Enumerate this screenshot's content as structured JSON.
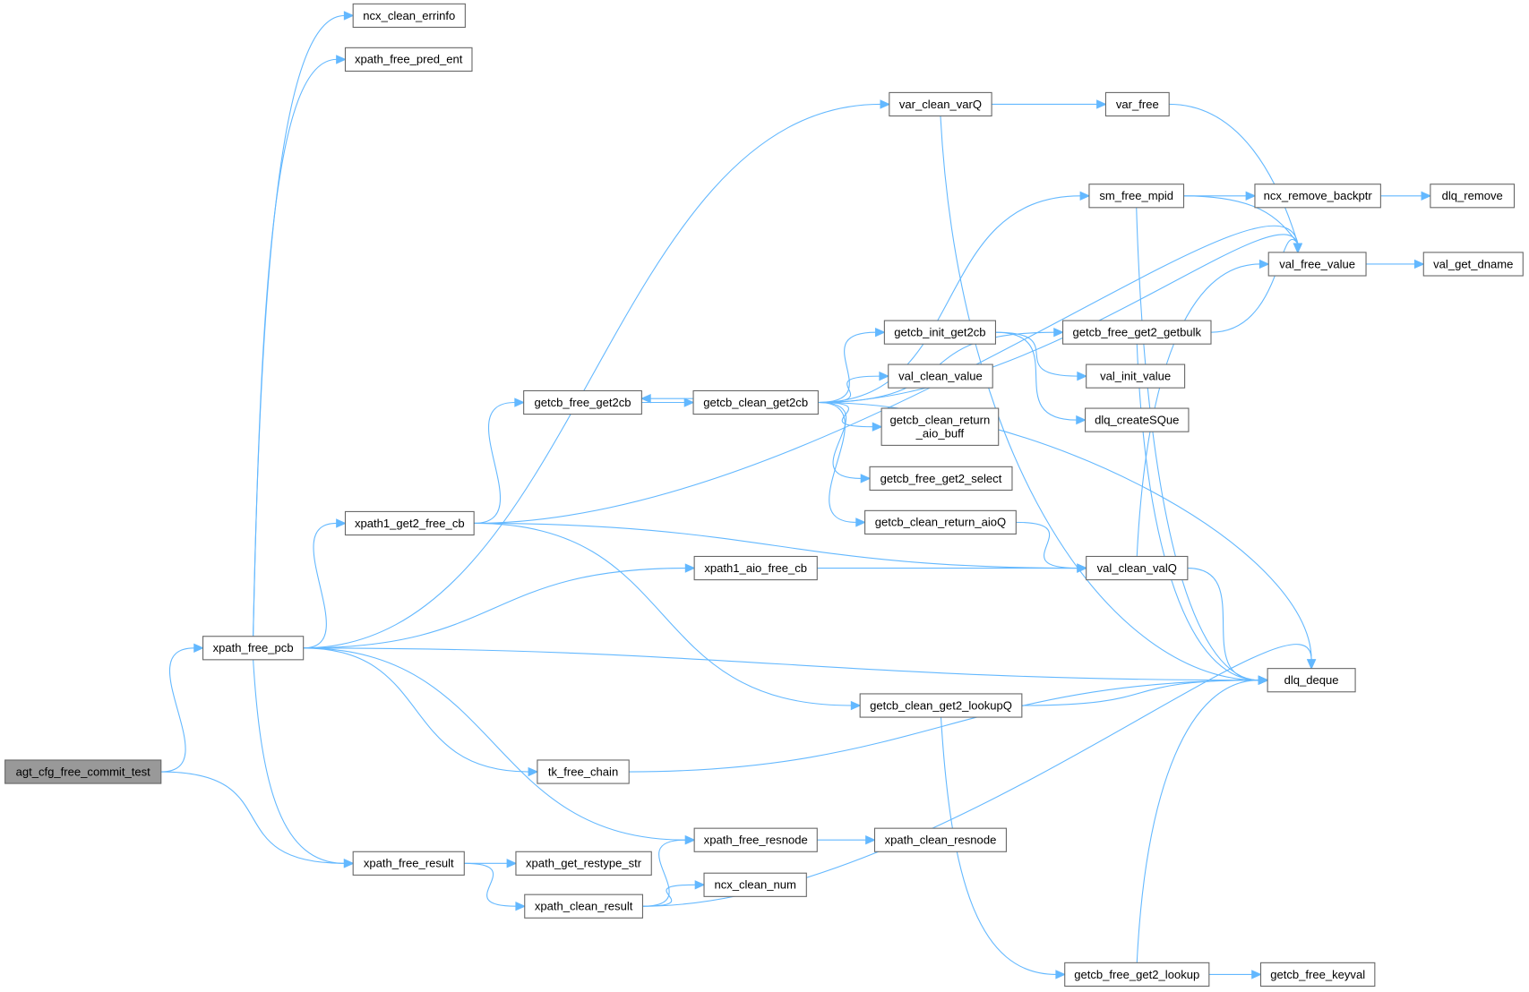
{
  "diagram": {
    "type": "call-graph",
    "root": "agt_cfg_free_commit_test",
    "colors": {
      "edge": "#63b8ff",
      "root_fill": "#999999",
      "node_border": "#666666"
    },
    "nodes": [
      {
        "id": "agt",
        "label": "agt_cfg_free_commit_test"
      },
      {
        "id": "xfpcb",
        "label": "xpath_free_pcb"
      },
      {
        "id": "ncxerr",
        "label": "ncx_clean_errinfo"
      },
      {
        "id": "xfpred",
        "label": "xpath_free_pred_ent"
      },
      {
        "id": "varq",
        "label": "var_clean_varQ"
      },
      {
        "id": "varfree",
        "label": "var_free"
      },
      {
        "id": "smfree",
        "label": "sm_free_mpid"
      },
      {
        "id": "ncxrb",
        "label": "ncx_remove_backptr"
      },
      {
        "id": "dlqrem",
        "label": "dlq_remove"
      },
      {
        "id": "valfree",
        "label": "val_free_value"
      },
      {
        "id": "valdname",
        "label": "val_get_dname"
      },
      {
        "id": "gcinit",
        "label": "getcb_init_get2cb"
      },
      {
        "id": "gcbulk",
        "label": "getcb_free_get2_getbulk"
      },
      {
        "id": "valclean",
        "label": "val_clean_value"
      },
      {
        "id": "valinit",
        "label": "val_init_value"
      },
      {
        "id": "gcfree2cb",
        "label": "getcb_free_get2cb"
      },
      {
        "id": "gcclean2cb",
        "label": "getcb_clean_get2cb"
      },
      {
        "id": "dlqcreate",
        "label": "dlq_createSQue"
      },
      {
        "id": "gcaiobuff",
        "label": "getcb_clean_return\n_aio_buff"
      },
      {
        "id": "gcselect",
        "label": "getcb_free_get2_select"
      },
      {
        "id": "x1get2",
        "label": "xpath1_get2_free_cb"
      },
      {
        "id": "gcaioq",
        "label": "getcb_clean_return_aioQ"
      },
      {
        "id": "x1aio",
        "label": "xpath1_aio_free_cb"
      },
      {
        "id": "valq",
        "label": "val_clean_valQ"
      },
      {
        "id": "dlqdeque",
        "label": "dlq_deque"
      },
      {
        "id": "gclookupq",
        "label": "getcb_clean_get2_lookupQ"
      },
      {
        "id": "tkfree",
        "label": "tk_free_chain"
      },
      {
        "id": "xfresnode",
        "label": "xpath_free_resnode"
      },
      {
        "id": "xcresnode",
        "label": "xpath_clean_resnode"
      },
      {
        "id": "xfresult",
        "label": "xpath_free_result"
      },
      {
        "id": "xrestype",
        "label": "xpath_get_restype_str"
      },
      {
        "id": "ncxnum",
        "label": "ncx_clean_num"
      },
      {
        "id": "xcresult",
        "label": "xpath_clean_result"
      },
      {
        "id": "gclookup",
        "label": "getcb_free_get2_lookup"
      },
      {
        "id": "gckeyval",
        "label": "getcb_free_keyval"
      }
    ],
    "edges": [
      [
        "agt",
        "xfpcb"
      ],
      [
        "agt",
        "xfresult"
      ],
      [
        "xfpcb",
        "ncxerr"
      ],
      [
        "xfpcb",
        "xfpred"
      ],
      [
        "xfpcb",
        "varq"
      ],
      [
        "xfpcb",
        "x1get2"
      ],
      [
        "xfpcb",
        "x1aio"
      ],
      [
        "xfpcb",
        "dlqdeque"
      ],
      [
        "xfpcb",
        "tkfree"
      ],
      [
        "xfpcb",
        "xfresnode"
      ],
      [
        "xfpcb",
        "xfresult"
      ],
      [
        "varq",
        "varfree"
      ],
      [
        "varq",
        "dlqdeque"
      ],
      [
        "varfree",
        "valfree"
      ],
      [
        "smfree",
        "ncxrb"
      ],
      [
        "smfree",
        "valfree"
      ],
      [
        "smfree",
        "dlqdeque"
      ],
      [
        "ncxrb",
        "dlqrem"
      ],
      [
        "valfree",
        "valdname"
      ],
      [
        "gcinit",
        "valinit"
      ],
      [
        "gcinit",
        "dlqcreate"
      ],
      [
        "gcbulk",
        "valfree"
      ],
      [
        "gcbulk",
        "dlqdeque"
      ],
      [
        "gcfree2cb",
        "gcclean2cb"
      ],
      [
        "gcclean2cb",
        "gcfree2cb"
      ],
      [
        "gcclean2cb",
        "smfree"
      ],
      [
        "gcclean2cb",
        "valfree"
      ],
      [
        "gcclean2cb",
        "gcbulk"
      ],
      [
        "gcclean2cb",
        "gcinit"
      ],
      [
        "gcclean2cb",
        "valclean"
      ],
      [
        "gcclean2cb",
        "gcaiobuff"
      ],
      [
        "gcclean2cb",
        "gcselect"
      ],
      [
        "gcclean2cb",
        "gcaioq"
      ],
      [
        "gcclean2cb",
        "dlqdeque"
      ],
      [
        "x1get2",
        "gcfree2cb"
      ],
      [
        "x1get2",
        "valfree"
      ],
      [
        "x1get2",
        "valq"
      ],
      [
        "x1get2",
        "gclookupq"
      ],
      [
        "x1aio",
        "valq"
      ],
      [
        "gcaioq",
        "valq"
      ],
      [
        "valq",
        "valfree"
      ],
      [
        "valq",
        "dlqdeque"
      ],
      [
        "gclookupq",
        "dlqdeque"
      ],
      [
        "gclookupq",
        "gclookup"
      ],
      [
        "tkfree",
        "dlqdeque"
      ],
      [
        "xfresnode",
        "xcresnode"
      ],
      [
        "xfresult",
        "xrestype"
      ],
      [
        "xfresult",
        "xcresult"
      ],
      [
        "xcresult",
        "xfresnode"
      ],
      [
        "xcresult",
        "ncxnum"
      ],
      [
        "xcresult",
        "dlqdeque"
      ],
      [
        "gclookup",
        "gckeyval"
      ],
      [
        "gclookup",
        "dlqdeque"
      ]
    ]
  }
}
